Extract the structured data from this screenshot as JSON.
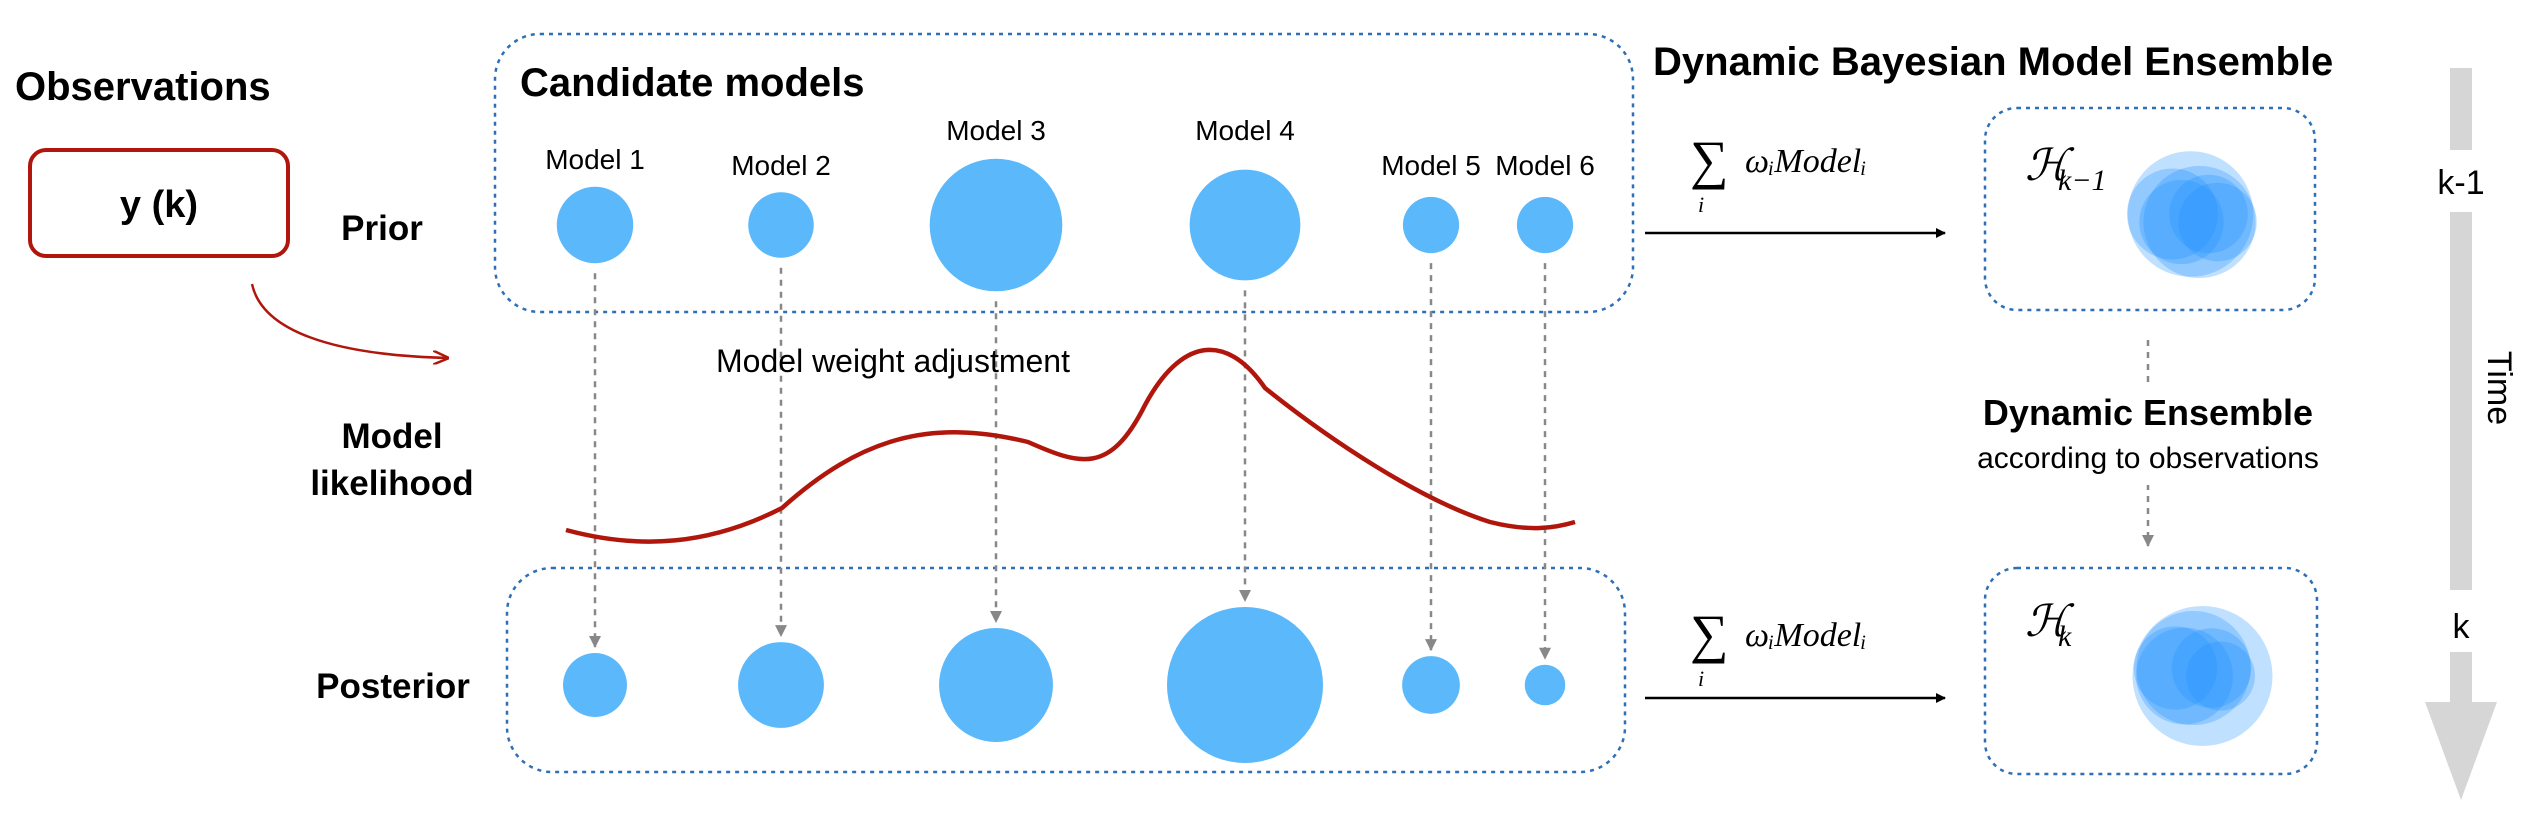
{
  "observations": {
    "title": "Observations",
    "y_label": "y (k)"
  },
  "candidate": {
    "title": "Candidate models"
  },
  "rows": {
    "prior": "Prior",
    "likelihood_1": "Model",
    "likelihood_2": "likelihood",
    "posterior": "Posterior"
  },
  "models": [
    "Model 1",
    "Model 2",
    "Model 3",
    "Model 4",
    "Model 5",
    "Model 6"
  ],
  "prior_weights": [
    0.49,
    0.42,
    0.85,
    0.71,
    0.36,
    0.36
  ],
  "posterior_weights": [
    0.41,
    0.55,
    0.73,
    1.0,
    0.37,
    0.26
  ],
  "weight_adjust_label": "Model weight adjustment",
  "ensemble": {
    "title": "Dynamic Bayesian Model Ensemble",
    "sum_symbol": "∑",
    "sum_index": "i",
    "sum_expr": "ωᵢModelᵢ",
    "h_prev_base": "ℋ",
    "h_prev_sub": "k−1",
    "h_cur_base": "ℋ",
    "h_cur_sub": "k",
    "dynamic_title": "Dynamic Ensemble",
    "dynamic_sub": "according to observations"
  },
  "time": {
    "prev": "k-1",
    "label": "Time",
    "cur": "k"
  },
  "colors": {
    "bubble": "#5bb8fa",
    "bubble_dark": "#1e90ff",
    "curve": "#b0160c",
    "box_border": "#2e6fb5",
    "arrow_gray": "#888888",
    "time_bar": "#d6d6d6"
  }
}
